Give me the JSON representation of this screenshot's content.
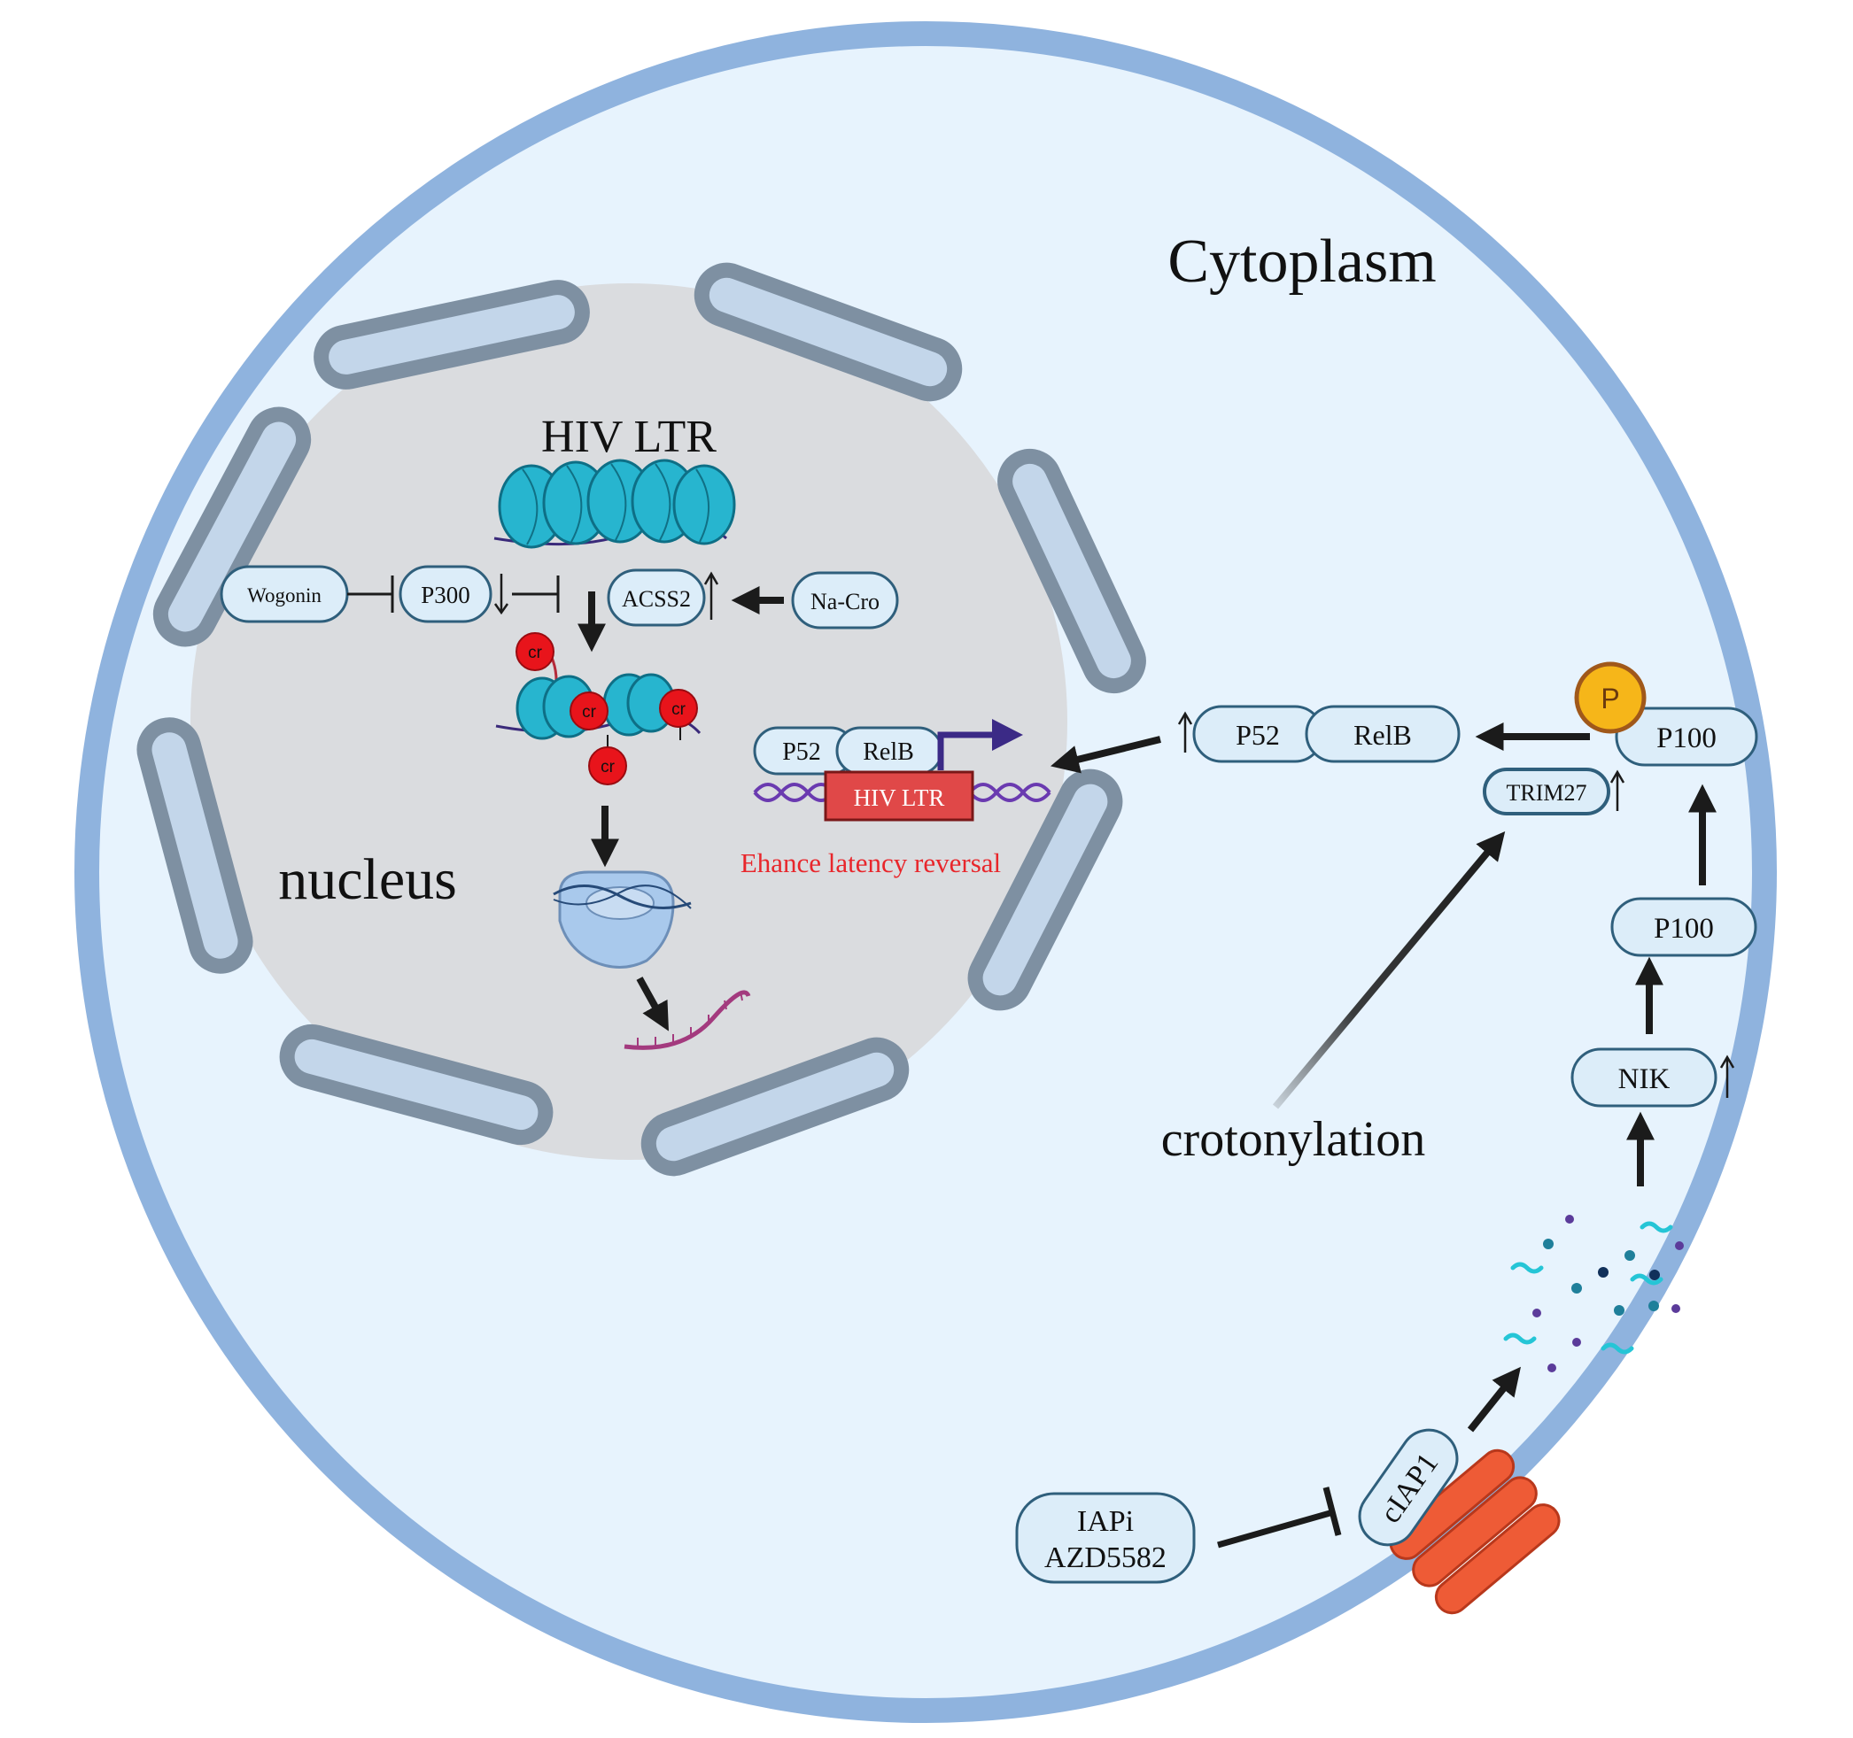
{
  "labels": {
    "cytoplasm": "Cytoplasm",
    "nucleus": "nucleus",
    "hiv_ltr_title": "HIV LTR",
    "crotonylation": "crotonylation",
    "enhance": "Ehance latency reversal"
  },
  "nodes": {
    "wogonin": "Wogonin",
    "p300": "P300",
    "acss2": "ACSS2",
    "nacro": "Na-Cro",
    "p52_nuc": "P52",
    "relb_nuc": "RelB",
    "hiv_ltr_box": "HIV LTR",
    "p52_cyto": "P52",
    "relb_cyto": "RelB",
    "p100_top": "P100",
    "phospho": "P",
    "trim27": "TRIM27",
    "p100_mid": "P100",
    "nik": "NIK",
    "ciap1": "cIAP1",
    "iapi_line1": "IAPi",
    "iapi_line2": "AZD5582",
    "cr": "cr"
  },
  "colors": {
    "cell_fill": "#e7f3fd",
    "cell_border": "#8fb3de",
    "nucleus_fill": "#dadcdf",
    "envelope_fill": "#c3d6ea",
    "envelope_stroke": "#7e90a2",
    "pill_fill": "#dcedf9",
    "pill_stroke": "#2f5f7c",
    "cr_red": "#e8141b",
    "ltr_box": "#e04848",
    "phospho_fill": "#f6b619",
    "enhance_text": "#e8262b",
    "receptor": "#ee5b36",
    "nucleosome": "#27b5cf"
  }
}
